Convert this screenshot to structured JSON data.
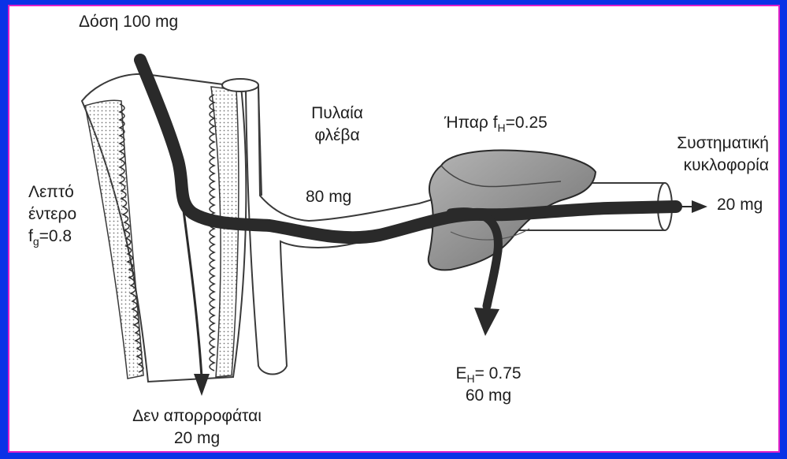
{
  "labels": {
    "dose": "Δόση 100 mg",
    "portal_vein_line1": "Πυλαία",
    "portal_vein_line2": "φλέβα",
    "portal_vein_amount": "80 mg",
    "liver_prefix": "Ήπαρ f",
    "liver_sub": "H",
    "liver_value": "=0.25",
    "systemic_line1": "Συστηματική",
    "systemic_line2": "κυκλοφορία",
    "systemic_amount": "20 mg",
    "intestine_line1": "Λεπτό",
    "intestine_line2": "έντερο",
    "intestine_f": "f",
    "intestine_sub": "g",
    "intestine_value": "=0.8",
    "eh_prefix": "E",
    "eh_sub": "H",
    "eh_value": "= 0.75",
    "eh_amount": "60 mg",
    "not_absorbed_line1": "Δεν απορροφάται",
    "not_absorbed_amount": "20 mg"
  },
  "colors": {
    "background": "#0a32e6",
    "frame_border": "#e020c8",
    "ink": "#1e1e1e",
    "flow_stroke": "#2a2a2a",
    "liver_fill": "#9a9a9a"
  }
}
